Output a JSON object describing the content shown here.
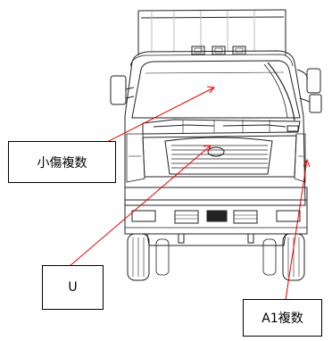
{
  "callouts": {
    "minor_damage": {
      "text": "小傷複数"
    },
    "part_u": {
      "text": "U"
    },
    "part_a1": {
      "text": "A1複数"
    }
  },
  "colors": {
    "leader_line": "#e60000",
    "line_art": "#222222",
    "box_border": "#000000"
  }
}
